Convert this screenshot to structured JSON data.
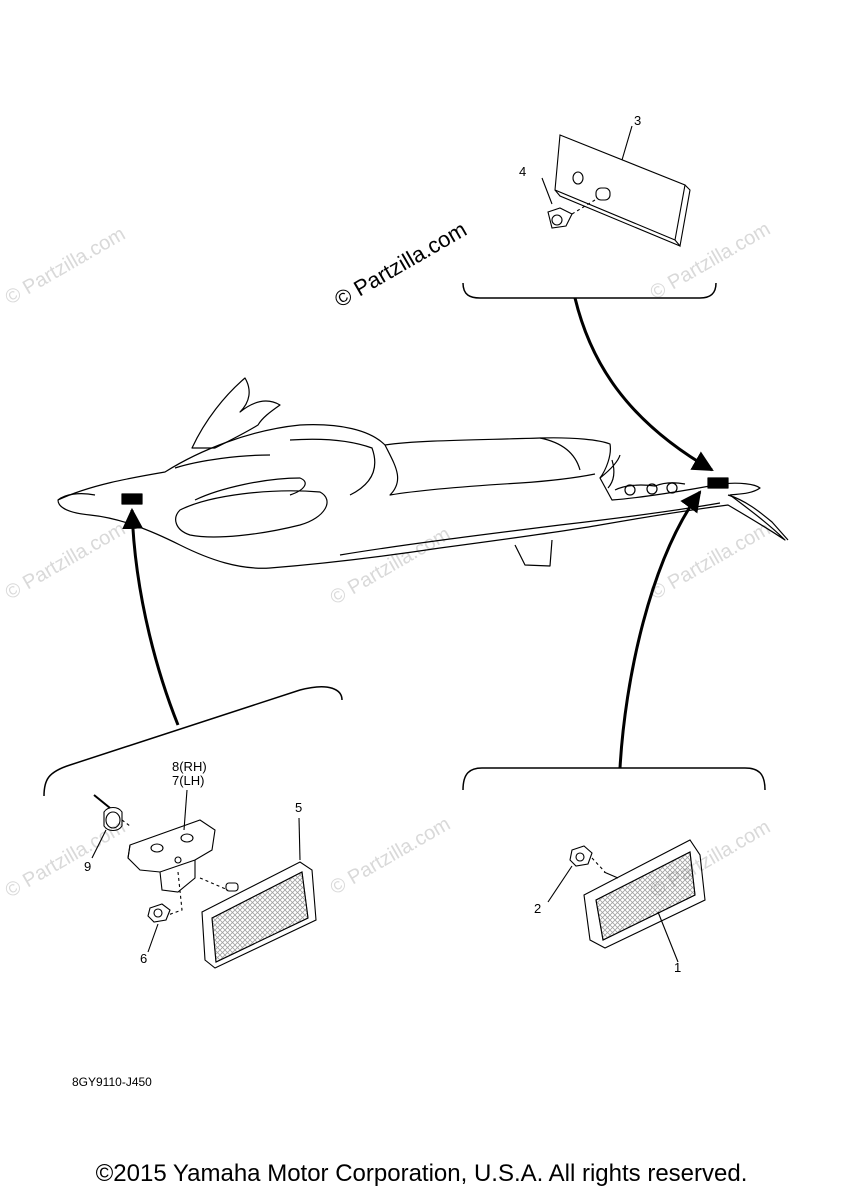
{
  "watermark": {
    "main": "© Partzilla.com",
    "faint": "© Partzilla.com"
  },
  "callouts": {
    "c1": "1",
    "c2": "2",
    "c3": "3",
    "c4": "4",
    "c5": "5",
    "c6": "6",
    "c9": "9",
    "c8": "8(RH)",
    "c7": "7(LH)"
  },
  "diagram_code": "8GY9110-J450",
  "copyright": "©2015 Yamaha Motor Corporation, U.S.A. All rights reserved."
}
